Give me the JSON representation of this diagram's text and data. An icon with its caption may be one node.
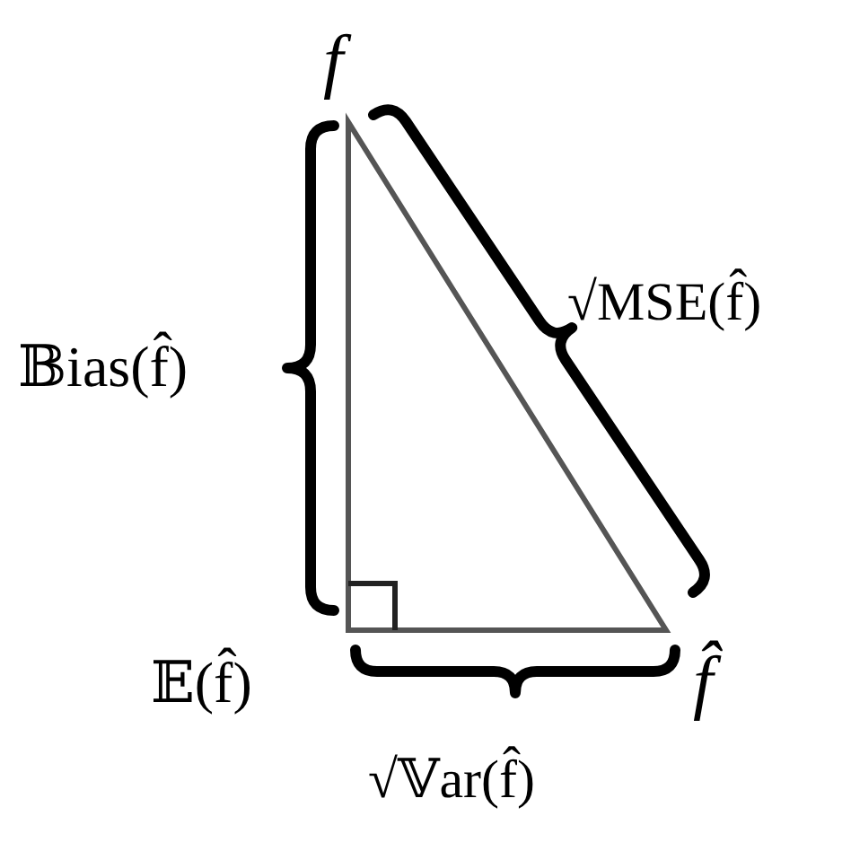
{
  "diagram": {
    "labels": [
      "f",
      "𝔹ias(f̂)",
      "√MSE(f̂)",
      "𝔼(f̂)",
      "f̂",
      "√𝕍ar(f̂)"
    ]
  }
}
